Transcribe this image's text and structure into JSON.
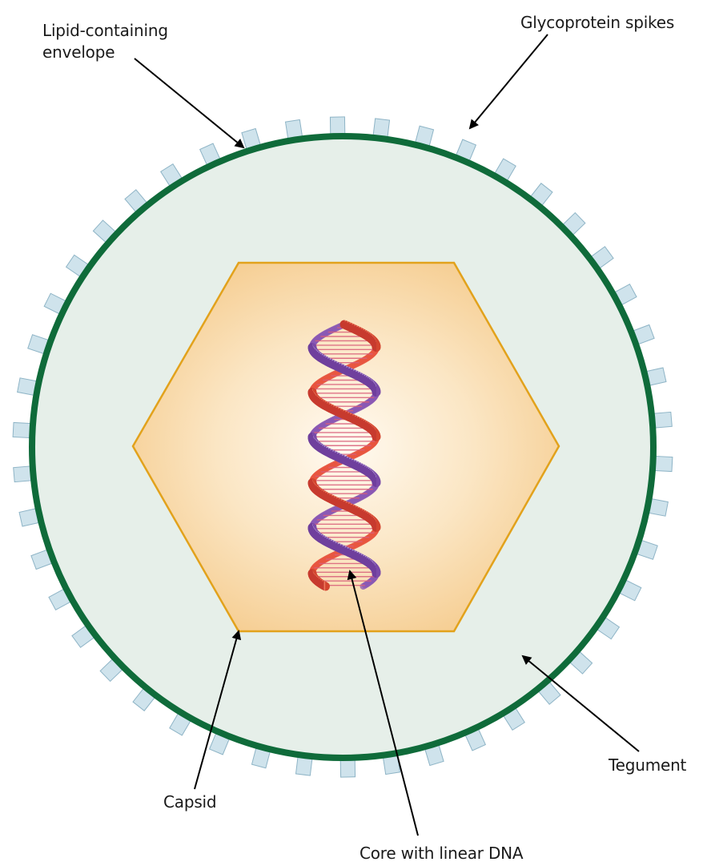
{
  "labels": {
    "envelope": [
      "Lipid-containing",
      "envelope"
    ],
    "spikes": "Glycoprotein spikes",
    "tegument": "Tegument",
    "capsid": "Capsid",
    "core": "Core with linear DNA"
  },
  "colors": {
    "envelope_ring": "#0f6b3a",
    "tegument_fill": "#e6efe9",
    "spike_fill": "#cfe3ec",
    "spike_stroke": "#8eb4c6",
    "capsid_stroke": "#e2a21c",
    "capsid_fill_center": "#fffaf1",
    "capsid_fill_edge": "#f6cf95",
    "dna_strand_a": "#e8553f",
    "dna_strand_b": "#8a58b4",
    "dna_rung": "#d95f7a",
    "arrow": "#000000"
  }
}
